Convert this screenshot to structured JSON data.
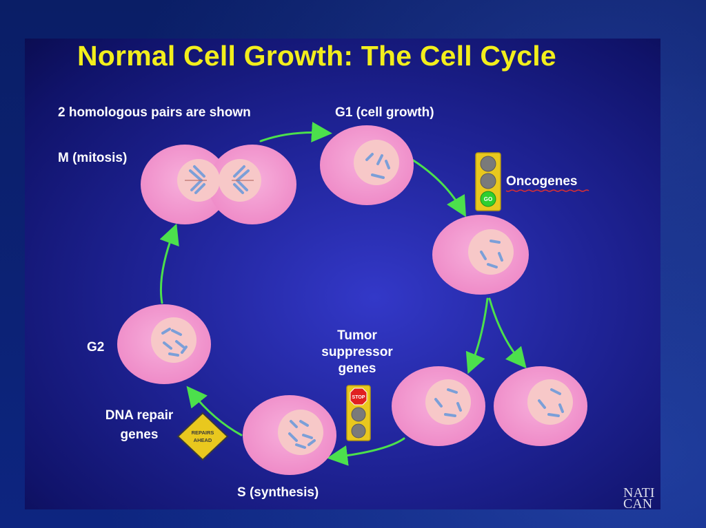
{
  "title": "Normal Cell Growth: The Cell Cycle",
  "labels": {
    "homologous": "2 homologous pairs are shown",
    "g1": "G1 (cell growth)",
    "mitosis": "M (mitosis)",
    "oncogenes": "Oncogenes",
    "g2": "G2",
    "tumor_line1": "Tumor",
    "tumor_line2": "suppressor",
    "tumor_line3": "genes",
    "dna_line1": "DNA repair",
    "dna_line2": "genes",
    "synthesis": "S (synthesis)"
  },
  "signs": {
    "go": "GO",
    "stop": "STOP",
    "repairs_line1": "REPAIRS",
    "repairs_line2": "AHEAD"
  },
  "logo": {
    "line1": "NATI",
    "line2": "CAN"
  },
  "colors": {
    "title": "#f2ee1c",
    "cell": "#f39ad0",
    "nucleus": "#f7c8c8",
    "chromosome": "#7b9fd8",
    "arrow": "#4ce04c",
    "traffic_light": "#e9c81e",
    "go_light": "#2fcf2f",
    "stop_light": "#e02020"
  }
}
